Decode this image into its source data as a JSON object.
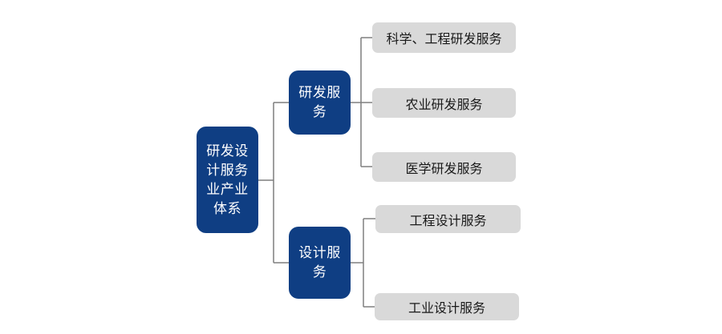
{
  "diagram": {
    "type": "tree",
    "colors": {
      "primary_node": "#0f3e83",
      "primary_text": "#ffffff",
      "leaf_node": "#d9d9d9",
      "leaf_text": "#1a1a1a",
      "connector": "#7f7f7f"
    },
    "root": {
      "label": "研发设计服务业产业体系"
    },
    "branches": [
      {
        "label": "研发服务",
        "children": [
          {
            "label": "科学、工程研发服务"
          },
          {
            "label": "农业研发服务"
          },
          {
            "label": "医学研发服务"
          }
        ]
      },
      {
        "label": "设计服务",
        "children": [
          {
            "label": "工程设计服务"
          },
          {
            "label": "工业设计服务"
          }
        ]
      }
    ]
  }
}
